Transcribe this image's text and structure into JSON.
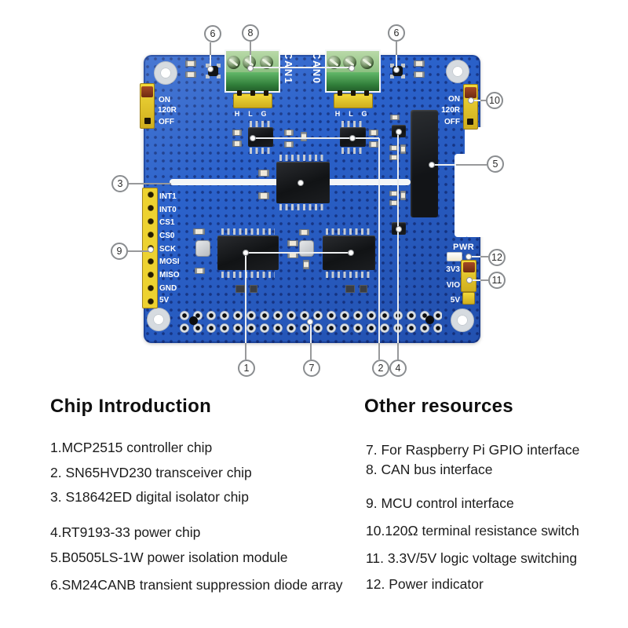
{
  "board": {
    "colors": {
      "pcb_blue": "#2b62cb",
      "terminal_green": "#3f9e4f",
      "jumper_yellow": "#edd230",
      "chip_black": "#17191c",
      "silkscreen_white": "#ffffff"
    },
    "terminals": [
      {
        "label": "CAN1",
        "pins": [
          "H",
          "L",
          "G"
        ]
      },
      {
        "label": "CAN0",
        "pins": [
          "H",
          "L",
          "G"
        ]
      }
    ],
    "left_jumper": {
      "labels": [
        "ON",
        "120R",
        "OFF"
      ]
    },
    "right_jumper": {
      "labels": [
        "ON",
        "120R",
        "OFF"
      ]
    },
    "mcu_header": {
      "labels": [
        "INT1",
        "INT0",
        "CS1",
        "CS0",
        "SCK",
        "MOSI",
        "MISO",
        "GND",
        "5V"
      ]
    },
    "power": {
      "led_label": "PWR",
      "rail_labels": [
        "3V3",
        "VIO",
        "5V"
      ]
    },
    "callouts": {
      "top": [
        "6",
        "8",
        "6"
      ],
      "left": [
        "3",
        "9"
      ],
      "right": [
        "10",
        "5",
        "12",
        "11"
      ],
      "bottom": [
        "1",
        "7",
        "2",
        "4"
      ]
    }
  },
  "sections": {
    "left": {
      "title": "Chip Introduction",
      "items": [
        "1.MCP2515 controller chip",
        "2. SN65HVD230 transceiver chip",
        "3. S18642ED digital isolator chip",
        "4.RT9193-33 power chip",
        "5.B0505LS-1W power isolation module",
        "6.SM24CANB transient suppression diode array"
      ]
    },
    "right": {
      "title": "Other resources",
      "items": [
        "7. For Raspberry Pi GPIO interface",
        "8. CAN bus interface",
        "9. MCU control interface",
        "10.120Ω terminal resistance switch",
        "11. 3.3V/5V logic voltage switching",
        "12. Power indicator"
      ]
    }
  }
}
